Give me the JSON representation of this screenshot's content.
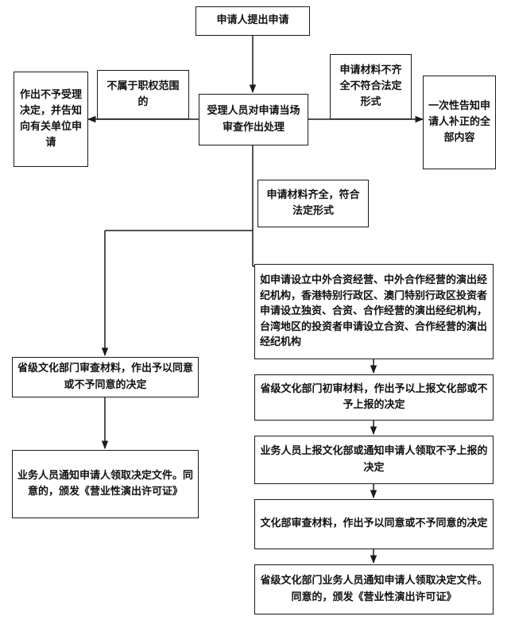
{
  "nodes": {
    "start": "申请人提出申请",
    "review": "受理人员对申请当场审查作出处理",
    "out_of_scope": "不属于职权范围的",
    "reject_notice": "作出不予受理决定，并告知向有关单位申请",
    "incomplete": "申请材料不齐全不符合法定形式",
    "supplement": "一次性告知申请人补正的全部内容",
    "complete": "申请材料齐全，符合法定形式",
    "provincial_review": "省级文化部门审查材料，作出予以同意或不予同意的决定",
    "notify_license": "业务人员通知申请人领取决定文件。同意的，颁发《营业性演出许可证》",
    "foreign_case": "如申请设立中外合资经营、中外合作经营的演出经纪机构，香港特别行政区、澳门特别行政区投资者申请设立独资、合资、合作经营的演出经纪机构，台湾地区的投资者申请设立合资、合作经营的演出经纪机构",
    "prelim_review": "省级文化部门初审材料，作出予以上报文化部或不予上报的决定",
    "report": "业务人员上报文化部或通知申请人领取不予上报的决定",
    "ministry_review": "文化部审查材料，作出予以同意或不予同意的决定",
    "final_notify": "省级文化部门业务人员通知申请人领取决定文件。同意的，颁发《营业性演出许可证》"
  }
}
